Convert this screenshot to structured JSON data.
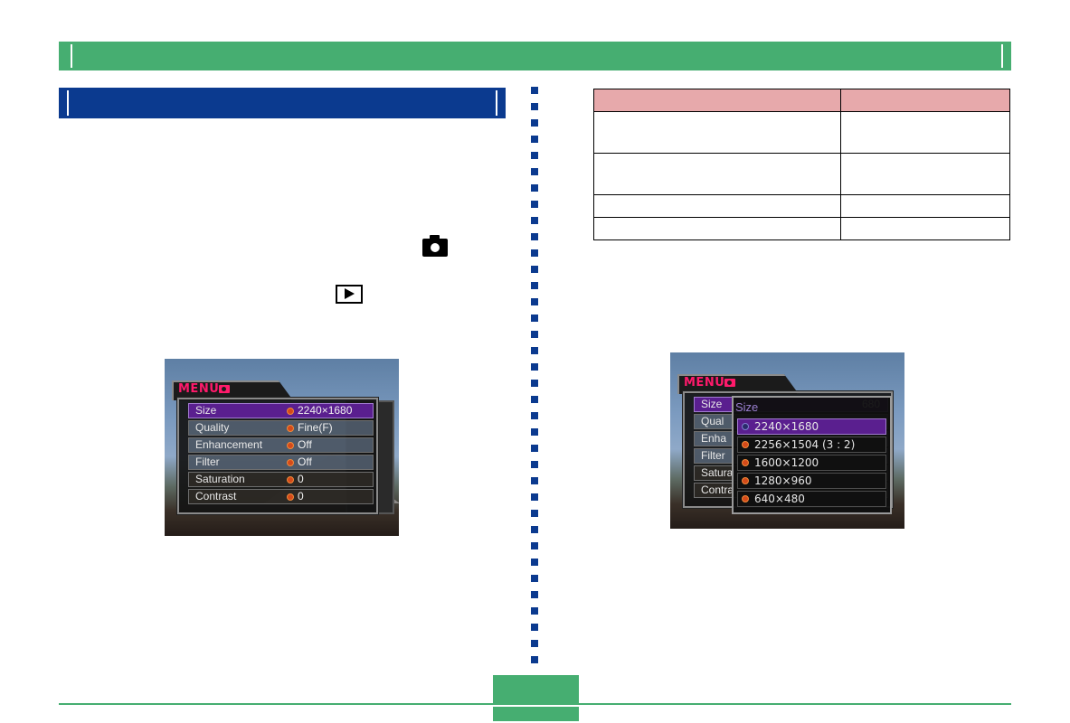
{
  "colors": {
    "band_green": "#46ae71",
    "section_blue": "#0b3a8f",
    "table_header_pink": "#e7a9ab",
    "menu_accent": "#ff1a6b",
    "selection_purple": "#5a1f8f"
  },
  "icons": {
    "inline_record_mode": "camera-icon",
    "inline_play_mode": "play-icon"
  },
  "screen_left": {
    "menu_word": "MENU",
    "rows": [
      {
        "label": "Size",
        "value": "2240×1680"
      },
      {
        "label": "Quality",
        "value": "Fine(F)"
      },
      {
        "label": "Enhancement",
        "value": "Off"
      },
      {
        "label": "Filter",
        "value": "Off"
      },
      {
        "label": "Saturation",
        "value": "0"
      },
      {
        "label": "Contrast",
        "value": "0"
      }
    ]
  },
  "screen_right": {
    "menu_word": "MENU",
    "back_rows": [
      "Size",
      "Qual",
      "Enha",
      "Filter",
      "Satura",
      "Contra"
    ],
    "back_value_partial": "680",
    "popup_title": "Size",
    "popup_options": [
      "2240×1680",
      "2256×1504 (3 : 2)",
      "1600×1200",
      "1280×960",
      "640×480"
    ]
  }
}
